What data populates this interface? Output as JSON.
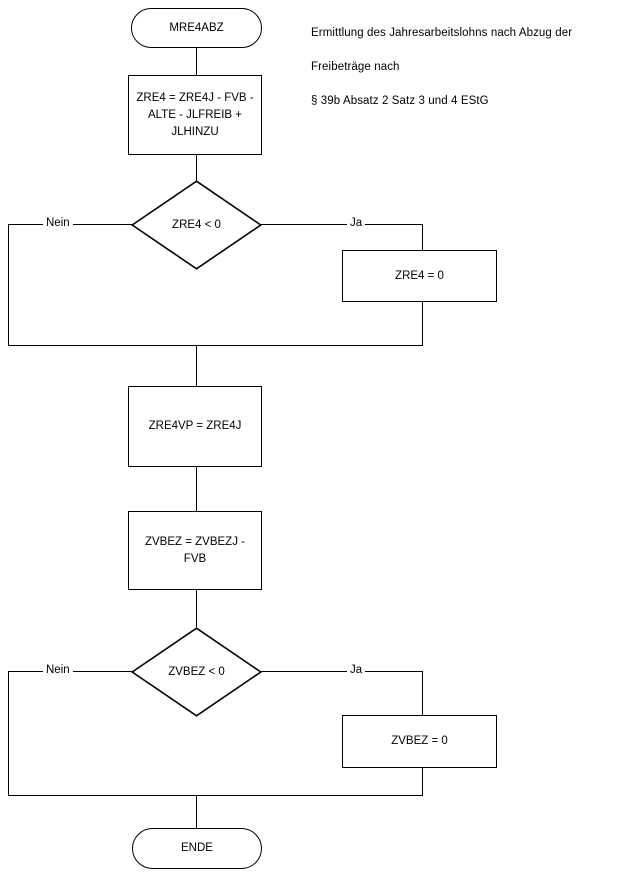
{
  "diagram": {
    "title_annotation": "Ermittlung des Jahresarbeitslohns nach Abzug der Freibeträge nach\n§ 39b Absatz 2 Satz 3 und 4 EStG",
    "annotation_line1": "Ermittlung des Jahresarbeitslohns nach Abzug der",
    "annotation_line2": "Freibeträge nach",
    "annotation_line3": "§ 39b Absatz 2 Satz 3 und 4 EStG",
    "line_color": "#000000",
    "fill_color": "#ffffff",
    "text_color": "#000000",
    "nodes": [
      {
        "id": "start",
        "type": "terminal",
        "label": "MRE4ABZ"
      },
      {
        "id": "calc_zre4",
        "type": "process",
        "label": "ZRE4 = ZRE4J - FVB - ALTE - JLFREIB + JLHINZU"
      },
      {
        "id": "dec_zre4",
        "type": "decision",
        "label": "ZRE4 < 0"
      },
      {
        "id": "set_zre4",
        "type": "process",
        "label": "ZRE4 = 0"
      },
      {
        "id": "zre4vp",
        "type": "process",
        "label": "ZRE4VP = ZRE4J"
      },
      {
        "id": "zvbez_calc",
        "type": "process",
        "label": "ZVBEZ = ZVBEZJ - FVB"
      },
      {
        "id": "dec_zvbez",
        "type": "decision",
        "label": "ZVBEZ < 0"
      },
      {
        "id": "set_zvbez",
        "type": "process",
        "label": "ZVBEZ = 0"
      },
      {
        "id": "end",
        "type": "terminal",
        "label": "ENDE"
      }
    ],
    "node_labels": {
      "start": "MRE4ABZ",
      "calc_zre4_line1": "ZRE4 = ZRE4J - FVB -",
      "calc_zre4_line2": "ALTE - JLFREIB  +",
      "calc_zre4_line3": "JLHINZU",
      "dec_zre4": "ZRE4 < 0",
      "set_zre4": "ZRE4 = 0",
      "zre4vp": "ZRE4VP = ZRE4J",
      "zvbez_calc_line1": "ZVBEZ = ZVBEZJ -",
      "zvbez_calc_line2": "FVB",
      "dec_zvbez": "ZVBEZ < 0",
      "set_zvbez": "ZVBEZ = 0",
      "end": "ENDE"
    },
    "edge_labels": {
      "dec_zre4_no": "Nein",
      "dec_zre4_yes": "Ja",
      "dec_zvbez_no": "Nein",
      "dec_zvbez_yes": "Ja"
    }
  }
}
